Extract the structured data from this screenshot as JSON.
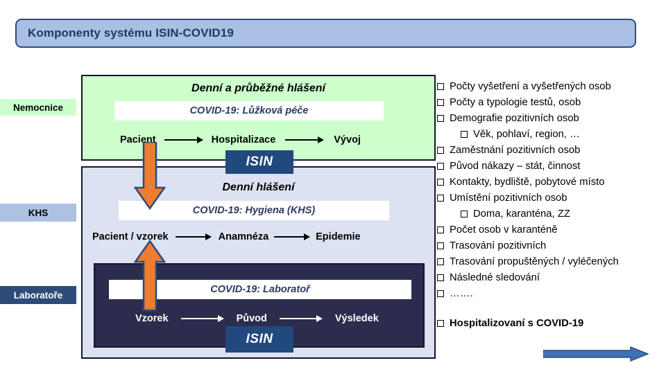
{
  "title": {
    "text": "Komponenty systému ISIN-COVID19",
    "bg": "#A9C0E4",
    "border": "#2E4A78",
    "color": "#1F3864"
  },
  "roles": {
    "hospital": "Nemocnice",
    "khs": "KHS",
    "lab": "Laboratoře"
  },
  "panels": {
    "hospital": {
      "heading": "Denní a průběžné hlášení",
      "subtitle": "COVID-19: Lůžková péče",
      "flow": [
        "Pacient",
        "Hospitalizace",
        "Vývoj"
      ],
      "bg": "#CCFFCC"
    },
    "khs": {
      "heading": "Denní hlášení",
      "subtitle": "COVID-19: Hygiena (KHS)",
      "flow": [
        "Pacient / vzorek",
        "Anamnéza",
        "Epidemie"
      ],
      "bg": "#DCE2F2"
    },
    "lab": {
      "subtitle": "COVID-19: Laboratoř",
      "flow": [
        "Vzorek",
        "Původ",
        "Výsledek"
      ],
      "bg": "#2C2C4E"
    }
  },
  "badges": {
    "isin_top": "ISIN",
    "isin_bottom": "ISIN",
    "color": "#21497E"
  },
  "arrows": {
    "orange_fill": "#ED7D31",
    "orange_stroke": "#2E4A78",
    "blue_fill": "#3E71B8",
    "blue_stroke": "#2E4A78"
  },
  "bullets": [
    {
      "text": "Počty vyšetření a vyšetřených osob",
      "indent": false,
      "bold": false,
      "gap": false
    },
    {
      "text": "Počty a typologie testů, osob",
      "indent": false,
      "bold": false,
      "gap": false
    },
    {
      "text": "Demografie pozitivních osob",
      "indent": false,
      "bold": false,
      "gap": false
    },
    {
      "text": "Věk, pohlaví, region, …",
      "indent": true,
      "bold": false,
      "gap": false
    },
    {
      "text": "Zaměstnání pozitivních osob",
      "indent": false,
      "bold": false,
      "gap": false
    },
    {
      "text": "Původ nákazy – stát, činnost",
      "indent": false,
      "bold": false,
      "gap": false
    },
    {
      "text": "Kontakty, bydliště, pobytové místo",
      "indent": false,
      "bold": false,
      "gap": false
    },
    {
      "text": "Umístění pozitivních osob",
      "indent": false,
      "bold": false,
      "gap": false
    },
    {
      "text": "Doma, karanténa, ZZ",
      "indent": true,
      "bold": false,
      "gap": false
    },
    {
      "text": "Počet osob v karanténě",
      "indent": false,
      "bold": false,
      "gap": false
    },
    {
      "text": "Trasování pozitivních",
      "indent": false,
      "bold": false,
      "gap": false
    },
    {
      "text": "Trasování propuštěných / vyléčených",
      "indent": false,
      "bold": false,
      "gap": false
    },
    {
      "text": "Následné sledování",
      "indent": false,
      "bold": false,
      "gap": false
    },
    {
      "text": "…….",
      "indent": false,
      "bold": false,
      "gap": false
    },
    {
      "text": "Hospitalizovaní s COVID-19",
      "indent": false,
      "bold": true,
      "gap": true
    }
  ]
}
